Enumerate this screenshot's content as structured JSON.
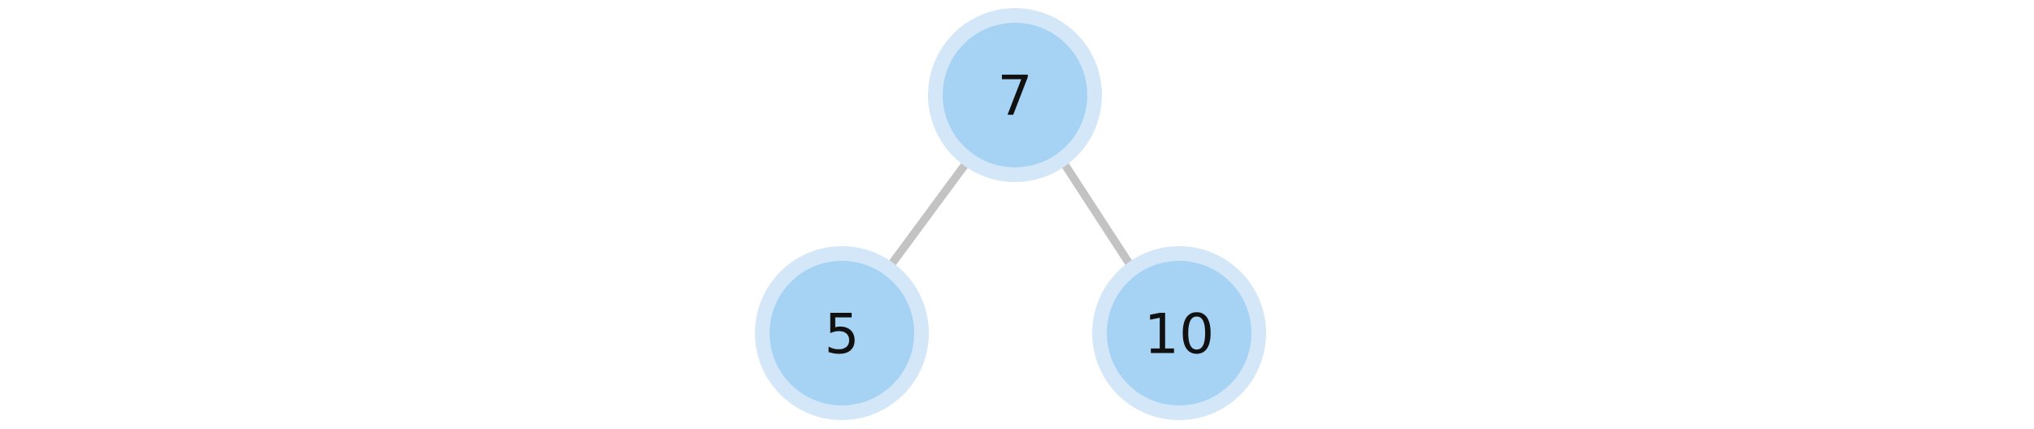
{
  "tree": {
    "nodes": [
      {
        "id": "root",
        "label": "7"
      },
      {
        "id": "left",
        "label": "5"
      },
      {
        "id": "right",
        "label": "10"
      }
    ],
    "edges": [
      {
        "from": "root",
        "to": "left"
      },
      {
        "from": "root",
        "to": "right"
      }
    ]
  },
  "colors": {
    "node_fill": "#a6d3f4",
    "node_ring": "#d3e7f8",
    "edge": "#c3c3c3",
    "label": "#111111"
  }
}
